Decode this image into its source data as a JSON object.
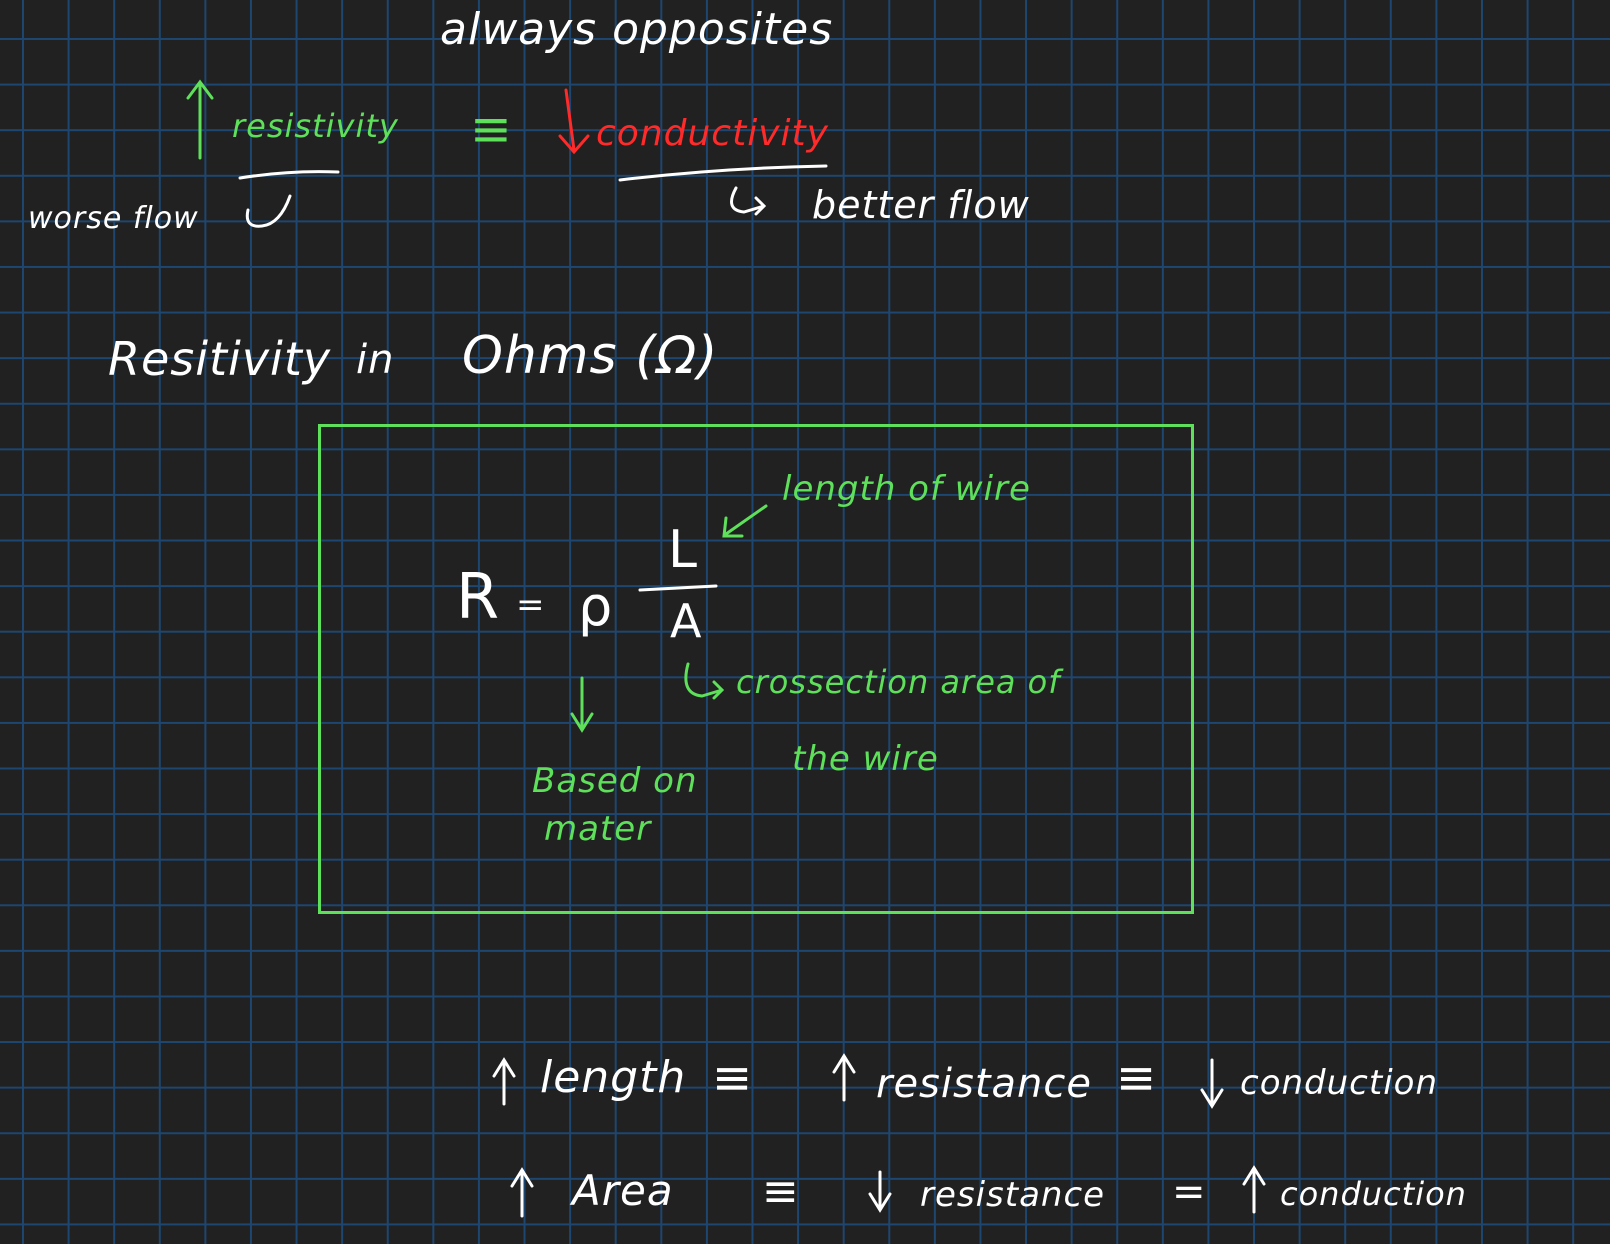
{
  "top": {
    "caption": "always opposites",
    "resistivity": "resistivity",
    "equiv": "≡",
    "conductivity": "conductivity",
    "worse_flow": "worse flow",
    "better_flow": "better flow"
  },
  "heading": {
    "resistivity_word": "Resitivity",
    "in": "in",
    "unit": "Ohms (Ω)"
  },
  "formula": {
    "lhs": "R",
    "equals": "=",
    "rho": "ρ",
    "numerator": "L",
    "denominator": "A",
    "label_length": "length of wire",
    "label_area_1": "crossection area of",
    "label_area_2": "the wire",
    "label_rho_1": "Based on",
    "label_rho_2": "mater"
  },
  "bottom": {
    "row1": {
      "length": "length",
      "eq1": "≡",
      "resistance": "resistance",
      "eq2": "≡",
      "conduction": "conduction"
    },
    "row2": {
      "area": "Area",
      "eq1": "≡",
      "resistance": "resistance",
      "eq2": "=",
      "conduction": "conduction"
    }
  },
  "colors": {
    "background": "#212121",
    "grid": "#1d4670",
    "ink_white": "#ffffff",
    "ink_green": "#5ee05a",
    "ink_red": "#ff2a2a"
  }
}
